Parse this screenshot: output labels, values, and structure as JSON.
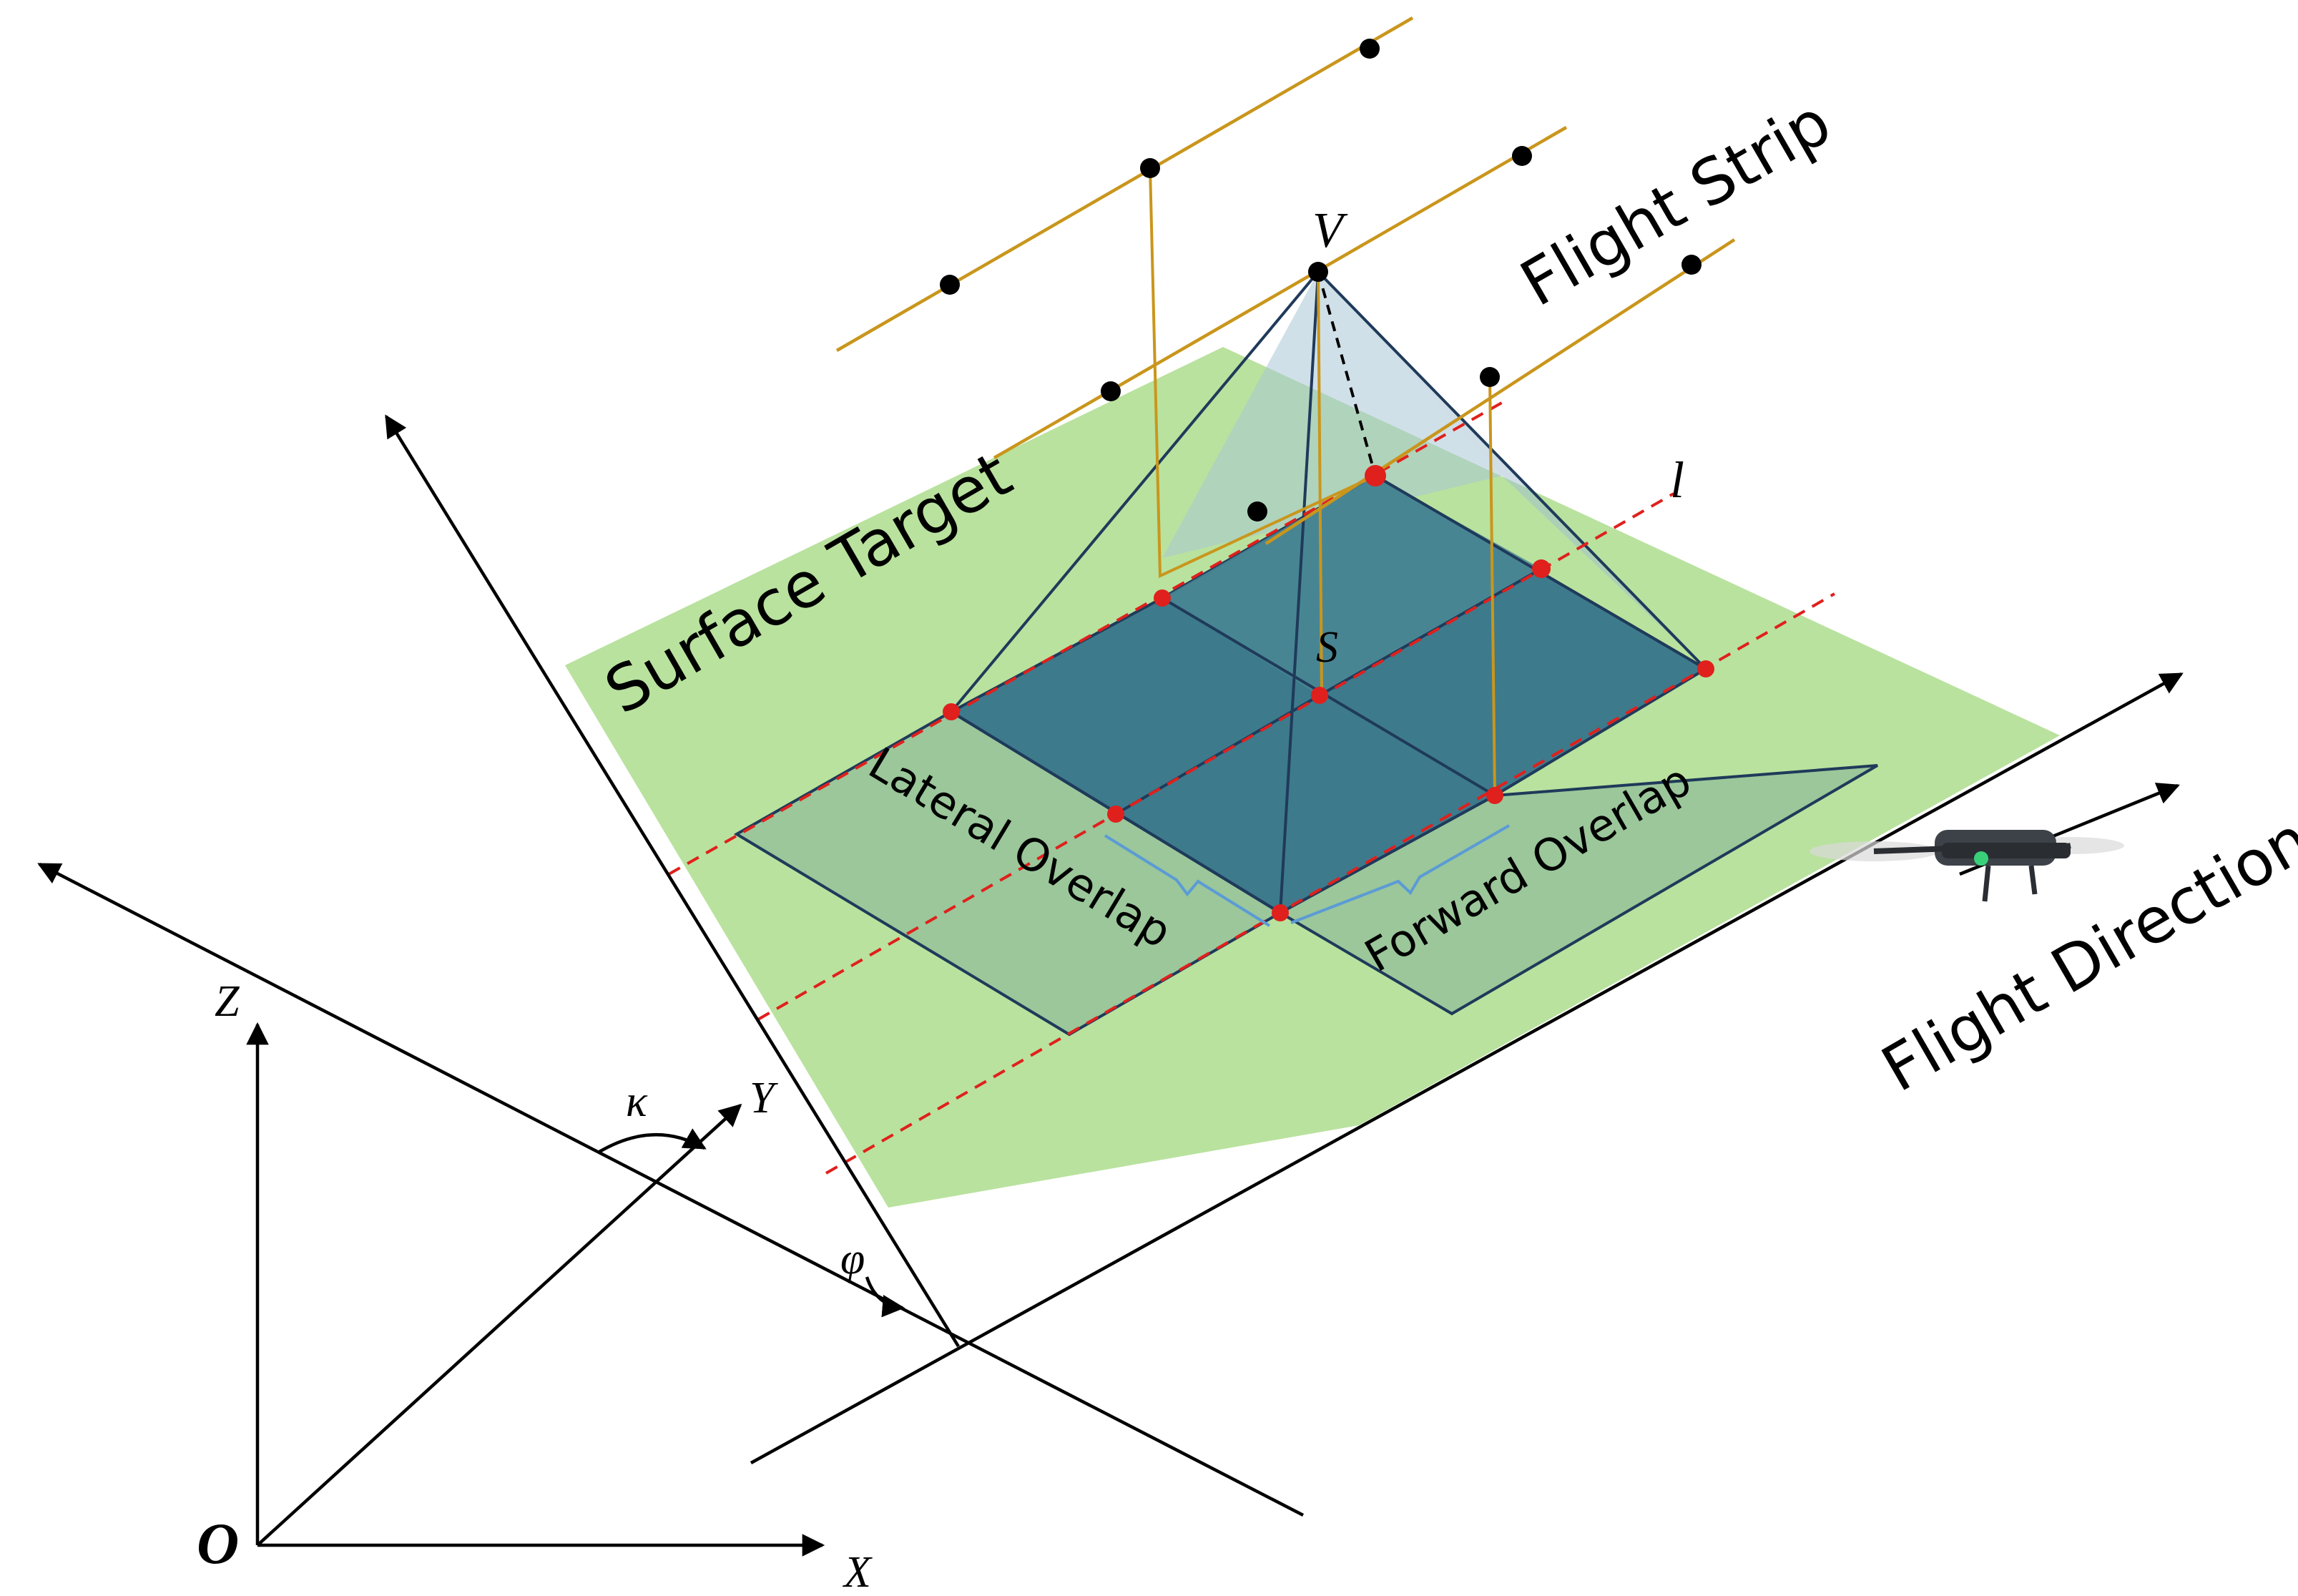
{
  "labels": {
    "surface_target": "Surface Target",
    "flight_strip": "Flight Strip",
    "flight_direction": "Flight Direction",
    "lateral_overlap": "Lateral Overlap",
    "forward_overlap": "Forward Overlap",
    "vertex": "V",
    "center": "S",
    "line": "l",
    "axis_z": "Z",
    "axis_y": "Y",
    "axis_x": "X",
    "origin": "O",
    "angle_kappa": "κ",
    "angle_phi": "φ"
  },
  "colors": {
    "surface": "#b9e29e",
    "footprint_light": "#9bc79a",
    "footprint_dark": "#377b89",
    "pyramid_face": "#a9c6d6",
    "strip_line": "#c9961c",
    "overlap_line": "#e0201c",
    "waypoint": "#000000",
    "corner_point": "#e0201c",
    "brace": "#5b9bd5"
  }
}
